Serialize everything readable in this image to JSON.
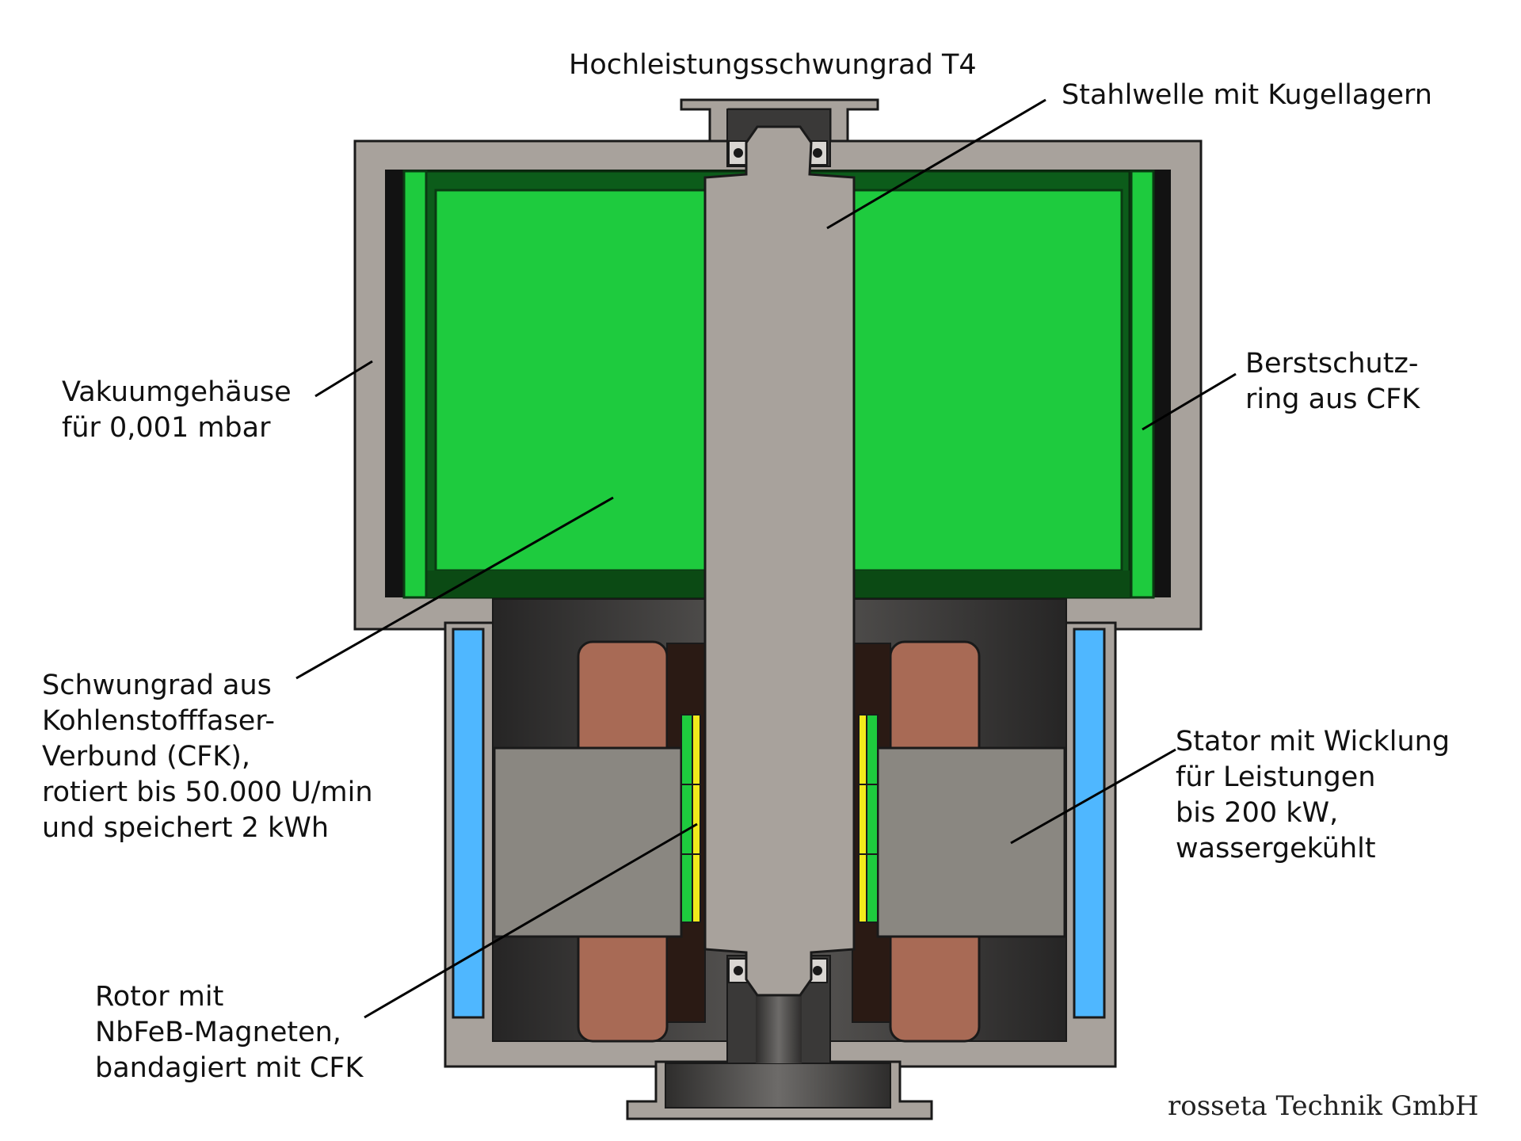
{
  "title": "Hochleistungsschwungrad T4",
  "labels": {
    "shaft": "Stahlwelle mit Kugellagern",
    "housing": [
      "Vakuumgehäuse",
      "für 0,001 mbar"
    ],
    "burst_ring": [
      "Berstschutz-",
      "ring aus CFK"
    ],
    "flywheel": [
      "Schwungrad aus",
      "Kohlenstofffaser-",
      "Verbund (CFK),",
      "rotiert bis 50.000 U/min",
      "und speichert 2 kWh"
    ],
    "stator": [
      "Stator mit Wicklung",
      "für Leistungen",
      "bis 200 kW,",
      "wassergekühlt"
    ],
    "rotor": [
      "Rotor mit",
      "NbFeB-Magneten,",
      "bandagiert mit CFK"
    ]
  },
  "credit": "rosseta Technik GmbH",
  "colors": {
    "housing": "#a8a29c",
    "flywheel": "#1ecb3e",
    "flywheel_dark": "#0b4a14",
    "cooling": "#4fb7ff",
    "winding": "#a86a55",
    "stator_core": "#8a8781",
    "magnet": "#f2ea1c",
    "motor_cavity": "#2c2a2a",
    "leader": "#000000"
  }
}
